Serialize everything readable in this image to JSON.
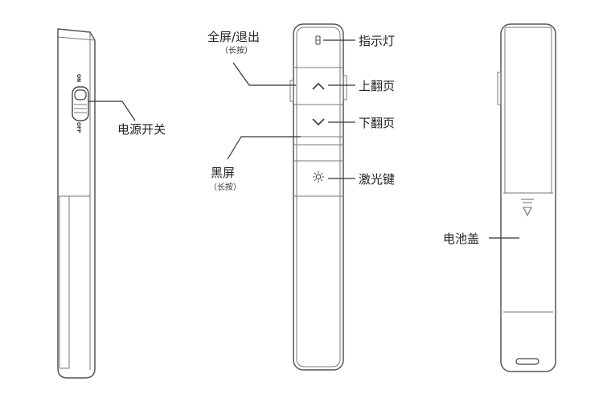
{
  "labels": {
    "power_switch": "电源开关",
    "fullscreen_exit": "全屏/退出",
    "fullscreen_hint": "（长按）",
    "indicator": "指示灯",
    "page_up": "上翻页",
    "page_down": "下翻页",
    "black_screen": "黑屏",
    "black_screen_hint": "（长按）",
    "laser_key": "激光键",
    "battery_cover": "电池盖"
  },
  "switch_marks": {
    "on": "ON",
    "off": "OFF"
  },
  "icons": {
    "indicator": "led-indicator-icon",
    "page_up": "chevron-up-icon",
    "page_down": "chevron-down-icon",
    "laser": "laser-sun-icon",
    "battery": "triangle-arrow-icon"
  },
  "colors": {
    "outline": "#555555",
    "leader_line": "#333333",
    "text": "#222222",
    "background": "#ffffff"
  }
}
